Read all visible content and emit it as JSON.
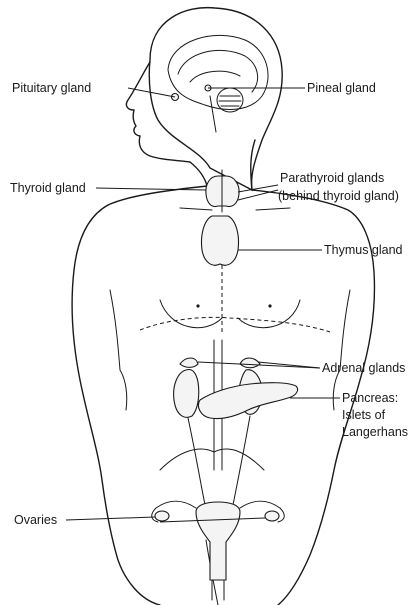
{
  "labels": {
    "pituitary": "Pituitary gland",
    "pineal": "Pineal gland",
    "thyroid": "Thyroid gland",
    "parathyroid_1": "Parathyroid glands",
    "parathyroid_2": "(behind thyroid gland)",
    "thymus": "Thymus gland",
    "adrenal": "Adrenal glands",
    "pancreas_1": "Pancreas:",
    "pancreas_2": "Islets of",
    "pancreas_3": "Langerhans",
    "ovaries": "Ovaries"
  },
  "colors": {
    "ink": "#1a1a1a",
    "background": "#ffffff"
  }
}
